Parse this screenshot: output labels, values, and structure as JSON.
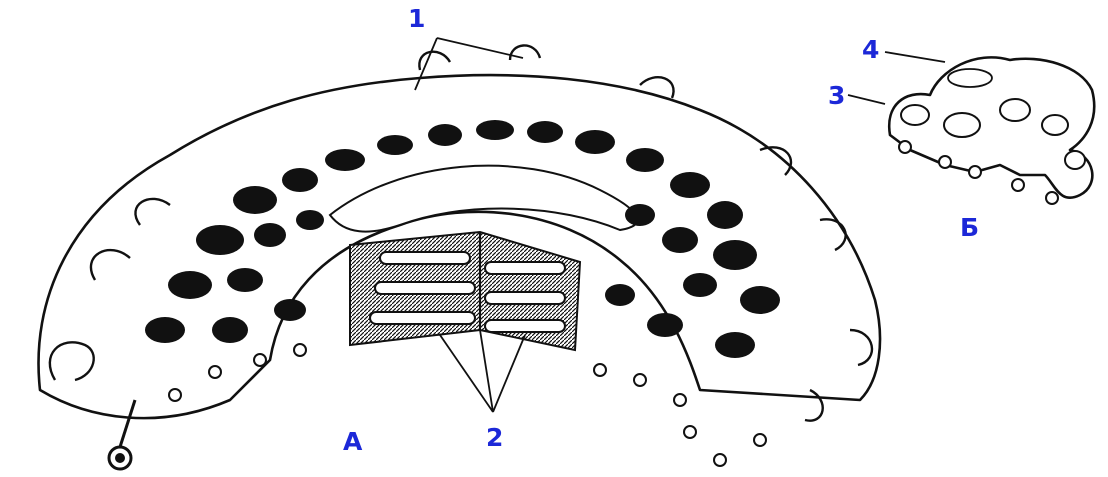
{
  "colors": {
    "label": "#1c28d8",
    "ink": "#111111",
    "background": "#ffffff"
  },
  "labels": {
    "structure_1": "1",
    "structure_2": "2",
    "structure_3": "3",
    "structure_4": "4",
    "panel_a": "А",
    "panel_b": "Б"
  }
}
